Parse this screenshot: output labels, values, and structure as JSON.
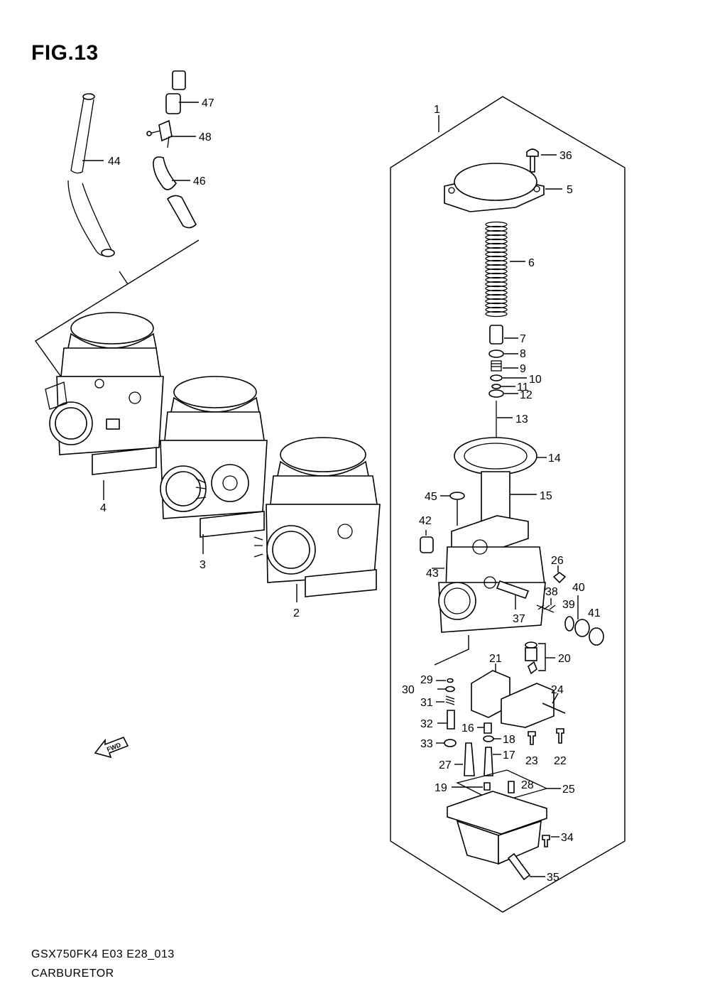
{
  "figure": {
    "title": "FIG.13"
  },
  "footer": {
    "model_code": "GSX750FK4 E03 E28_013",
    "part_name": "CARBURETOR"
  },
  "fwd_label": "FWD",
  "callouts": [
    {
      "id": "c1",
      "label": "1"
    },
    {
      "id": "c2",
      "label": "2"
    },
    {
      "id": "c3",
      "label": "3"
    },
    {
      "id": "c4",
      "label": "4"
    },
    {
      "id": "c5",
      "label": "5"
    },
    {
      "id": "c6",
      "label": "6"
    },
    {
      "id": "c7",
      "label": "7"
    },
    {
      "id": "c8",
      "label": "8"
    },
    {
      "id": "c9",
      "label": "9"
    },
    {
      "id": "c10",
      "label": "10"
    },
    {
      "id": "c11",
      "label": "11"
    },
    {
      "id": "c12",
      "label": "12"
    },
    {
      "id": "c13",
      "label": "13"
    },
    {
      "id": "c14",
      "label": "14"
    },
    {
      "id": "c15",
      "label": "15"
    },
    {
      "id": "c16",
      "label": "16"
    },
    {
      "id": "c17",
      "label": "17"
    },
    {
      "id": "c18",
      "label": "18"
    },
    {
      "id": "c19",
      "label": "19"
    },
    {
      "id": "c20",
      "label": "20"
    },
    {
      "id": "c21",
      "label": "21"
    },
    {
      "id": "c22",
      "label": "22"
    },
    {
      "id": "c23",
      "label": "23"
    },
    {
      "id": "c24",
      "label": "24"
    },
    {
      "id": "c25",
      "label": "25"
    },
    {
      "id": "c26",
      "label": "26"
    },
    {
      "id": "c27",
      "label": "27"
    },
    {
      "id": "c28",
      "label": "28"
    },
    {
      "id": "c29",
      "label": "29"
    },
    {
      "id": "c30",
      "label": "30"
    },
    {
      "id": "c31",
      "label": "31"
    },
    {
      "id": "c32",
      "label": "32"
    },
    {
      "id": "c33",
      "label": "33"
    },
    {
      "id": "c34",
      "label": "34"
    },
    {
      "id": "c35",
      "label": "35"
    },
    {
      "id": "c36",
      "label": "36"
    },
    {
      "id": "c37",
      "label": "37"
    },
    {
      "id": "c38",
      "label": "38"
    },
    {
      "id": "c39",
      "label": "39"
    },
    {
      "id": "c40",
      "label": "40"
    },
    {
      "id": "c41",
      "label": "41"
    },
    {
      "id": "c42",
      "label": "42"
    },
    {
      "id": "c43",
      "label": "43"
    },
    {
      "id": "c44",
      "label": "44"
    },
    {
      "id": "c45",
      "label": "45"
    },
    {
      "id": "c46",
      "label": "46"
    },
    {
      "id": "c47",
      "label": "47"
    },
    {
      "id": "c48",
      "label": "48"
    }
  ]
}
